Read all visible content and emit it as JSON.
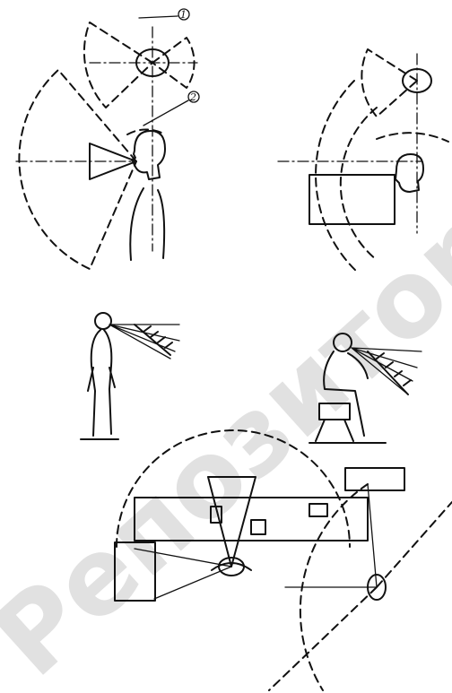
{
  "diagram": {
    "callout_markers": [
      {
        "label": "1"
      },
      {
        "label": "2"
      }
    ]
  },
  "watermark": {
    "text": "Репозиторий БНТУ",
    "color": "#c8c8c8"
  },
  "colors": {
    "ink": "#111111",
    "background": "#ffffff"
  }
}
